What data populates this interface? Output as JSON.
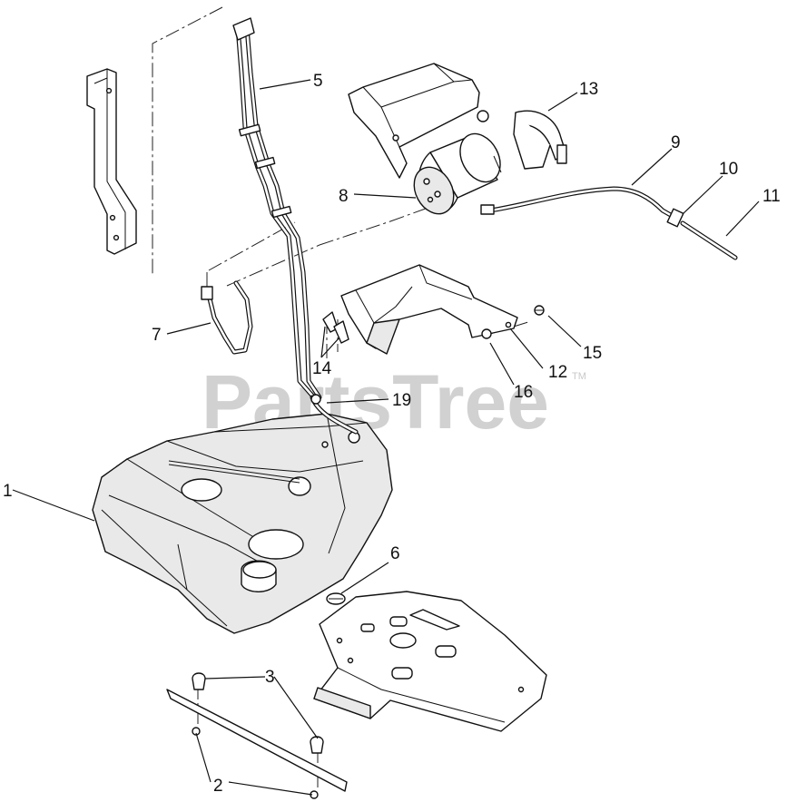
{
  "watermark": {
    "text": "PartsTree",
    "trademark": "TM"
  },
  "callouts": [
    "1",
    "2",
    "3",
    "5",
    "6",
    "7",
    "8",
    "9",
    "10",
    "11",
    "12",
    "13",
    "14",
    "15",
    "16",
    "19"
  ]
}
